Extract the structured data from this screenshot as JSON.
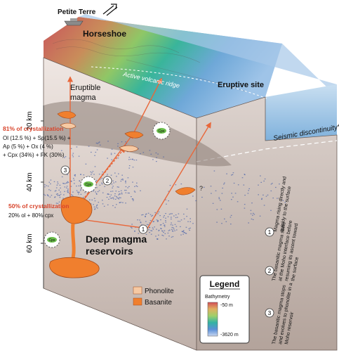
{
  "places": {
    "petite_terre": "Petite Terre",
    "horseshoe": "Horseshoe",
    "ridge": "Active volcanic ridge",
    "eruptive_site": "Eruptive site"
  },
  "labels": {
    "eruptible_1": "Eruptible",
    "eruptible_2": "magma",
    "seismic": "Seismic discontinuity*",
    "deep_1": "Deep magma",
    "deep_2": "reservoirs",
    "question": "?"
  },
  "depth_axis": {
    "ticks": [
      {
        "value": 20,
        "label": "20 km"
      },
      {
        "value": 40,
        "label": "40 km"
      },
      {
        "value": 60,
        "label": "60 km"
      }
    ]
  },
  "crystallization_81": {
    "title": "81% of crystallization",
    "lines": [
      "Ol (12.5 %) + Sp(15.5 %) +",
      "Ap (5 %) + Ox (4 %)",
      "+ Cpx (34%) + FK (30%)"
    ]
  },
  "crystallization_50": {
    "title": "50% of crystallization",
    "line": "20% ol + 80% cpx"
  },
  "cpx_label": "Cpx",
  "markers": [
    "1",
    "2",
    "3"
  ],
  "steps": [
    {
      "num": "1",
      "lines": [
        "Magma rising directly and",
        "quickly to the surface"
      ]
    },
    {
      "num": "2",
      "lines": [
        "The basanitic magma stalls",
        "at the Moho interface before",
        "resuming its ascent toward",
        "the surface"
      ]
    },
    {
      "num": "3",
      "lines": [
        "The basanitic magma stops",
        "and evolves to phonolite in a",
        "Moho reservoir"
      ]
    }
  ],
  "types": [
    {
      "name": "Phonolite",
      "color": "#f6c9a3"
    },
    {
      "name": "Basanite",
      "color": "#f07f2e"
    }
  ],
  "legend": {
    "title": "Legend",
    "subtitle": "Bathymetry",
    "top": "-50 m",
    "bottom": "-3620 m"
  },
  "colors": {
    "crystallization_text": "#d8432a",
    "arrow": "#e8673a",
    "magma": "#f07f2e",
    "phonolite": "#f6c9a3",
    "seismicity": "#3e5aa8"
  }
}
